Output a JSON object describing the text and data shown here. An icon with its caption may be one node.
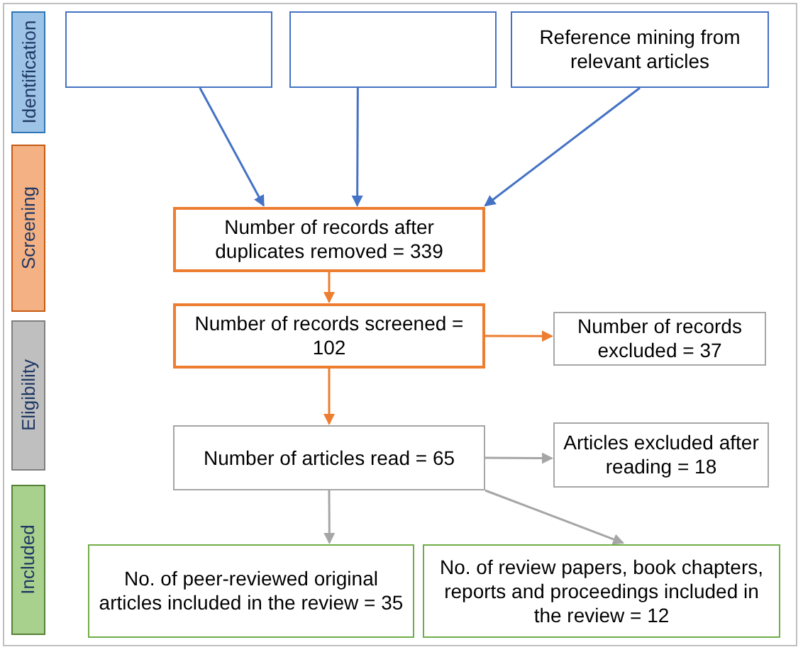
{
  "diagram": {
    "nodes": [
      {
        "text": [
          "Identification"
        ]
      },
      {
        "text": [],
        "shape": "box"
      },
      {
        "text": [],
        "shape": "box"
      },
      {
        "text": [
          "Reference mining from relevant articles"
        ]
      },
      {
        "text": [
          "Screening"
        ]
      },
      {
        "text": [
          "Number of records after duplicates removed = 339"
        ]
      },
      {
        "text": [
          "Number of records screened = 102"
        ]
      },
      {
        "text": [
          "Number of records excluded = 37"
        ]
      },
      {
        "text": [
          "Eligibility"
        ]
      },
      {
        "text": [
          "Number of articles read = 65"
        ]
      },
      {
        "text": [
          "Articles excluded after reading = 18"
        ]
      },
      {
        "text": [
          "Included"
        ]
      },
      {
        "text": [
          "No. of peer-reviewed original articles included in the review = 35"
        ]
      },
      {
        "text": [
          "No. of review papers, book chapters, reports and proceedings included in the review = 12"
        ]
      }
    ],
    "edges": [
      {
        "from": 1,
        "to": 5,
        "arrow": "to",
        "color": "#4472c4"
      },
      {
        "from": 2,
        "to": 5,
        "arrow": "to",
        "color": "#4472c4"
      },
      {
        "from": 3,
        "to": 5,
        "arrow": "to",
        "color": "#4472c4"
      },
      {
        "from": 5,
        "to": 6,
        "arrow": "to",
        "color": "#ed7d31"
      },
      {
        "from": 6,
        "to": 7,
        "arrow": "to",
        "color": "#ed7d31"
      },
      {
        "from": 6,
        "to": 9,
        "arrow": "to",
        "color": "#ed7d31"
      },
      {
        "from": 9,
        "to": 10,
        "arrow": "to",
        "color": "#a6a6a6"
      },
      {
        "from": 9,
        "to": 12,
        "arrow": "to",
        "color": "#a6a6a6"
      },
      {
        "from": 9,
        "to": 13,
        "arrow": "to",
        "color": "#a6a6a6"
      }
    ]
  }
}
